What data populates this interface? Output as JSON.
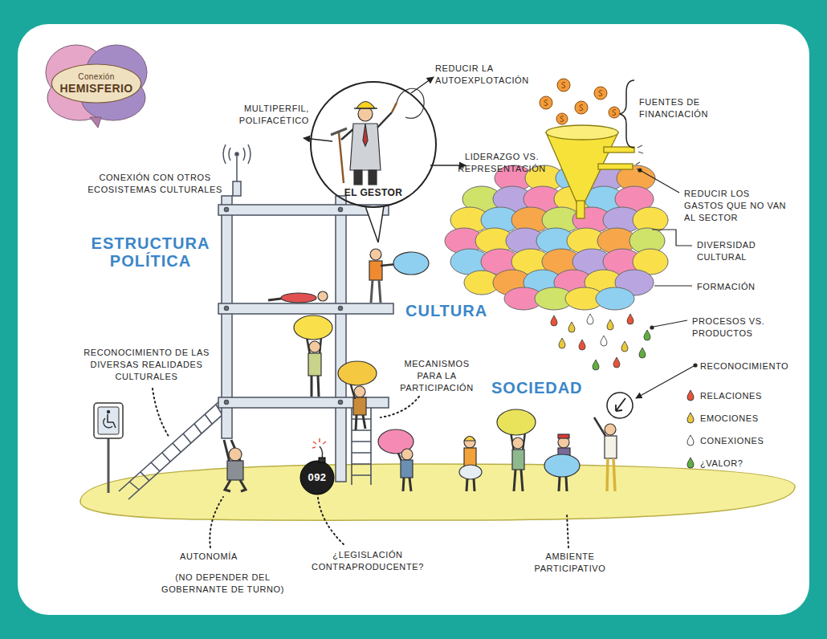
{
  "diagram": {
    "nodes": [
      {
        "text": [
          "Conexión",
          "HEMISFERIO"
        ]
      },
      {
        "text": [
          "EL GESTOR"
        ]
      },
      {
        "text": [
          "092"
        ]
      }
    ],
    "labels": [
      "MULTIPERFIL, POLIFACÉTICO",
      "REDUCIR LA AUTOEXPLOTACIÓN",
      "LIDERAZGO VS. REPRESENTACIÓN",
      "FUENTES DE FINANCIACIÓN",
      "CONEXIÓN CON OTROS ECOSISTEMAS CULTURALES",
      "REDUCIR LOS GASTOS QUE NO VAN AL SECTOR",
      "ESTRUCTURA POLÍTICA",
      "DIVERSIDAD CULTURAL",
      "FORMACIÓN",
      "CULTURA",
      "PROCESOS VS. PRODUCTOS",
      "RECONOCIMIENTO DE LAS DIVERSAS REALIDADES CULTURALES",
      "RECONOCIMIENTO",
      "MECANISMOS PARA LA PARTICIPACIÓN",
      "SOCIEDAD",
      "AUTONOMÍA",
      "(NO DEPENDER DEL GOBERNANTE DE TURNO)",
      "¿LEGISLACIÓN CONTRAPRODUCENTE?",
      "AMBIENTE PARTICIPATIVO"
    ],
    "legend": [
      {
        "text": "RELACIONES",
        "color": "#e8533a"
      },
      {
        "text": "EMOCIONES",
        "color": "#e9c83c"
      },
      {
        "text": "CONEXIONES"
      },
      {
        "text": "¿VALOR?",
        "color": "#5fae3e"
      }
    ]
  }
}
